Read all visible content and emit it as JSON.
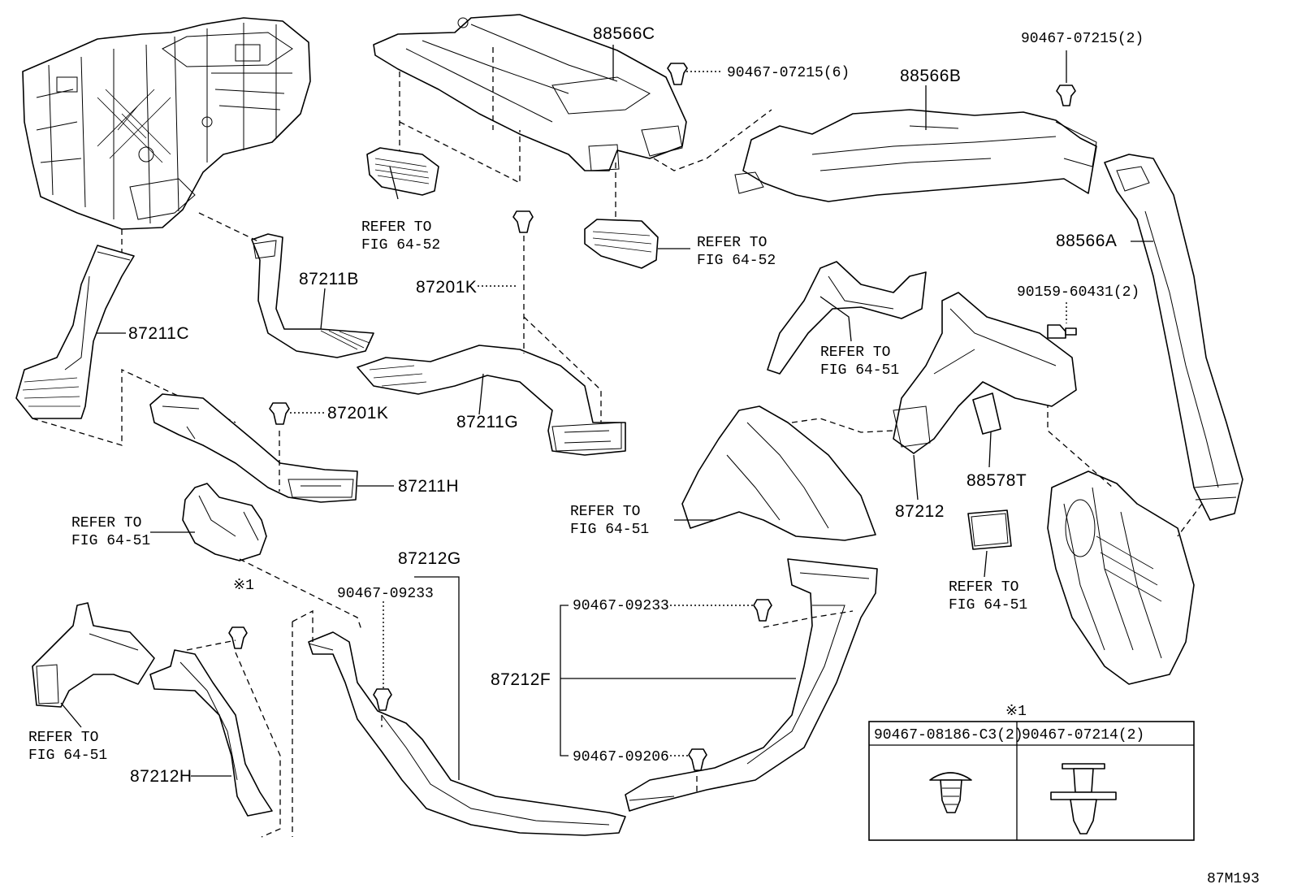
{
  "figure_code": "87M193",
  "callouts": {
    "p88566C": "88566C",
    "p88566B": "88566B",
    "p88566A": "88566A",
    "c90467_07215_6": "90467-07215(6)",
    "c90467_07215_2": "90467-07215(2)",
    "c90159_60431_2": "90159-60431(2)",
    "p87211B": "87211B",
    "p87211C": "87211C",
    "p87201K_a": "87201K",
    "p87201K_b": "87201K",
    "p87211G": "87211G",
    "p87211H": "87211H",
    "p87212G": "87212G",
    "p87212F": "87212F",
    "p87212H": "87212H",
    "p87212": "87212",
    "p88578T": "88578T",
    "c90467_09233_a": "90467-09233",
    "c90467_09233_b": "90467-09233",
    "c90467_09206": "90467-09206",
    "note_mark_1": "※1",
    "note_mark_2": "※1"
  },
  "refers": [
    {
      "line1": "REFER TO",
      "line2": "FIG 64-52"
    },
    {
      "line1": "REFER TO",
      "line2": "FIG 64-52"
    },
    {
      "line1": "REFER TO",
      "line2": "FIG 64-51"
    },
    {
      "line1": "REFER TO",
      "line2": "FIG 64-51"
    },
    {
      "line1": "REFER TO",
      "line2": "FIG 64-51"
    },
    {
      "line1": "REFER TO",
      "line2": "FIG 64-51"
    },
    {
      "line1": "REFER TO",
      "line2": "FIG 64-51"
    }
  ],
  "clip_table": {
    "note_mark": "※1",
    "columns": [
      "90467-08186-C3(2)",
      "90467-07214(2)"
    ]
  }
}
